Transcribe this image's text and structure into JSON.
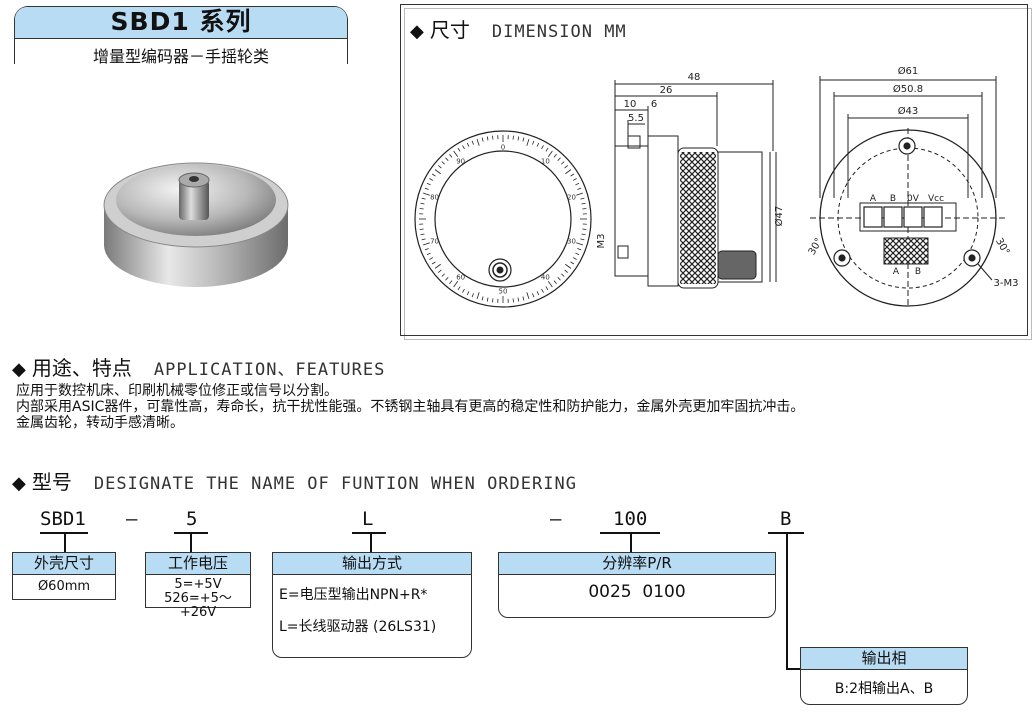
{
  "header": {
    "series_title": "SBD1 系列",
    "subtitle": "增量型编码器－手摇轮类"
  },
  "dimension": {
    "heading_cn": "尺寸",
    "heading_en": "DIMENSION  MM",
    "labels": {
      "w48": "48",
      "w26": "26",
      "w10": "10",
      "w6": "6",
      "w5_5": "5.5",
      "h47": "Ø47",
      "m3": "M3",
      "d61": "Ø61",
      "d50_8": "Ø50.8",
      "d43": "Ø43",
      "ang_left": "30°",
      "ang_right": "30°",
      "holes": "3-M3",
      "term_a": "A",
      "term_b": "B",
      "term_0v": "0V",
      "term_vcc": "Vcc",
      "out_a": "A",
      "out_b": "B"
    },
    "dial_numbers": [
      "0",
      "10",
      "20",
      "30",
      "40",
      "50",
      "60",
      "70",
      "80",
      "90"
    ]
  },
  "application": {
    "heading_cn": "用途、特点",
    "heading_en": "APPLICATION、FEATURES",
    "lines": [
      "应用于数控机床、印刷机械零位修正或信号以分割。",
      "内部采用ASIC器件，可靠性高，寿命长，抗干扰性能强。不锈钢主轴具有更高的稳定性和防护能力，金属外壳更加牢固抗冲击。",
      "金属齿轮，转动手感清晰。"
    ]
  },
  "ordering": {
    "heading_cn": "型号",
    "heading_en": "DESIGNATE THE NAME OF FUNTION WHEN ORDERING",
    "code": {
      "model": "SBD1",
      "dash1": "—",
      "voltage": "5",
      "output": "L",
      "dash2": "—",
      "resolution": "100",
      "phase": "B"
    },
    "boxes": {
      "size": {
        "title": "外壳尺寸",
        "value": "Ø60mm"
      },
      "voltage": {
        "title": "工作电压",
        "line1": "5=+5V",
        "line2": "526=+5～+26V"
      },
      "output": {
        "title": "输出方式",
        "line1": "E=电压型输出NPN+R*",
        "line2": "L=长线驱动器 (26LS31)"
      },
      "resolution": {
        "title": "分辨率P/R",
        "value": "0025  0100"
      },
      "phase": {
        "title": "输出相",
        "value": "B:2相输出A、B"
      }
    }
  },
  "colors": {
    "accent": "#b8dcf4",
    "line": "#111111"
  }
}
